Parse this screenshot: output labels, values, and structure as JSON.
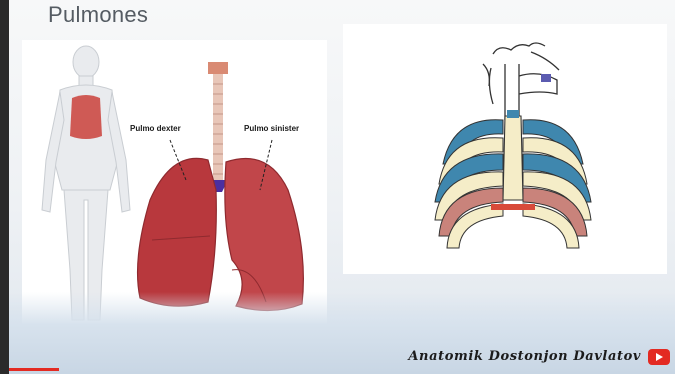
{
  "slide": {
    "title": "Pulmones",
    "labels": {
      "right_lung": "Pulmo dexter",
      "left_lung": "Pulmo sinister"
    },
    "footer": "Anatomik Dostonjon Davlatov",
    "icons": [
      "youtube-icon"
    ],
    "colors": {
      "lung": "#b8383d",
      "rib_blue": "#3f87ae",
      "accent_red": "#e32a22"
    }
  }
}
